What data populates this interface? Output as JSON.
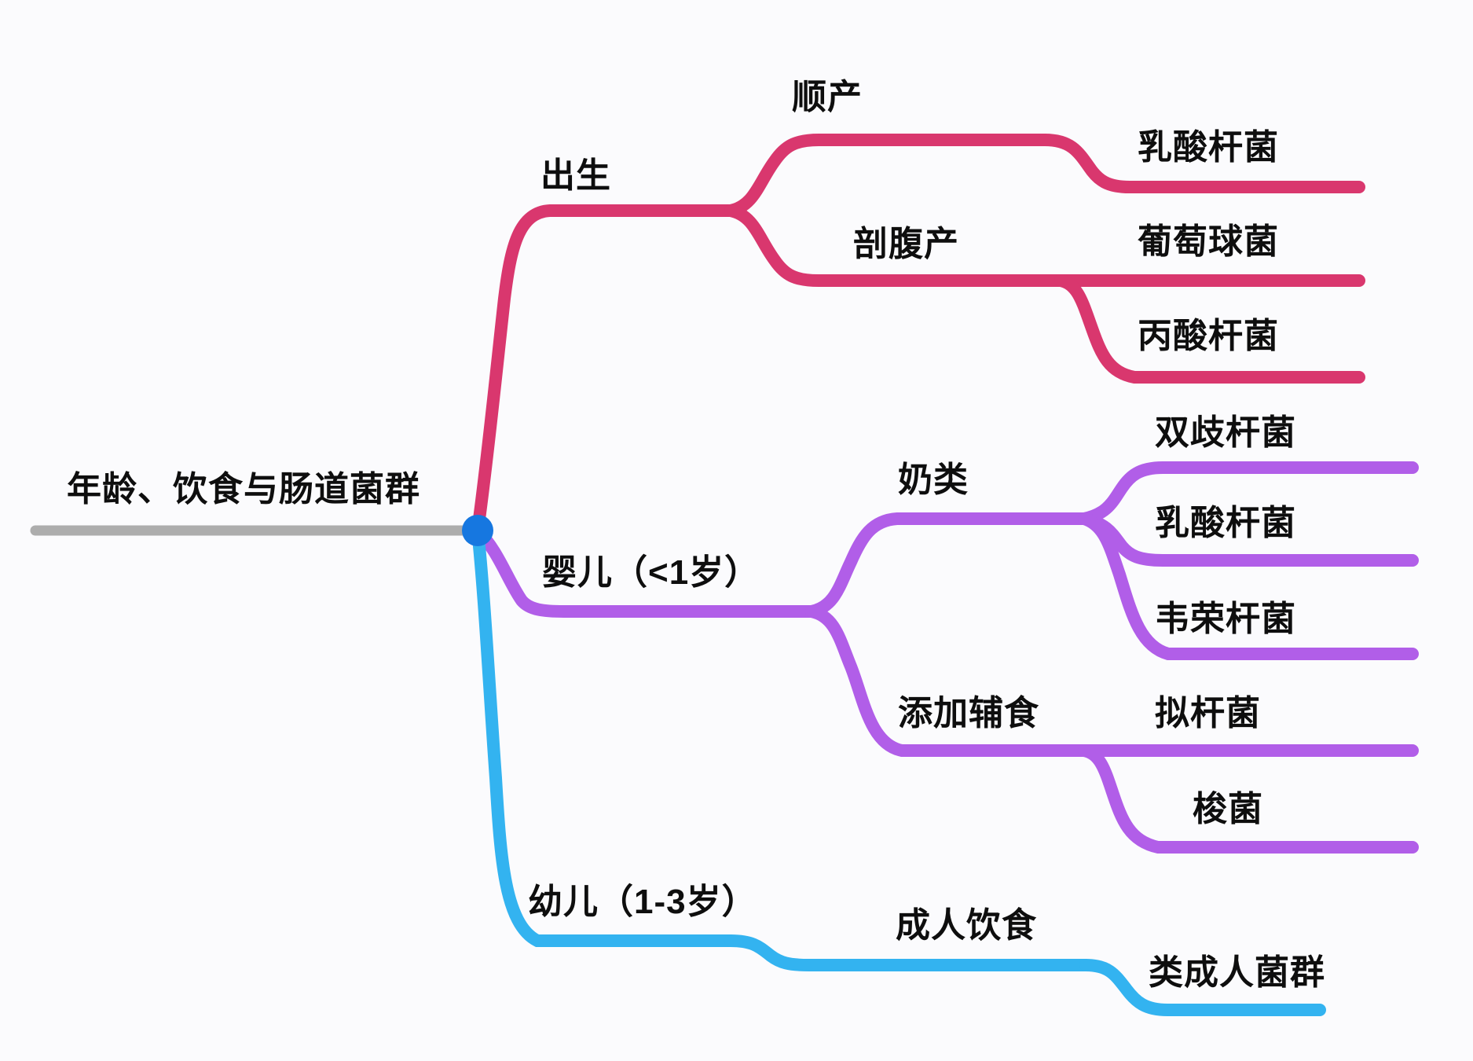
{
  "title": "年龄、饮食与肠道菌群",
  "colors": {
    "birth_branch": "#d9376e",
    "infant_branch": "#b15ee8",
    "toddler_branch": "#33b3f0",
    "root_line": "#adadad",
    "root_dot": "#1677e0",
    "text": "#0e0e0e",
    "background": "#fbfbfd"
  },
  "nodes": {
    "root": {
      "label": "年龄、饮食与肠道菌群"
    },
    "birth": {
      "label": "出生"
    },
    "natural_birth": {
      "label": "顺产"
    },
    "lactobacillus_1": {
      "label": "乳酸杆菌"
    },
    "c_section": {
      "label": "剖腹产"
    },
    "staphylococcus": {
      "label": "葡萄球菌"
    },
    "propionibacterium": {
      "label": "丙酸杆菌"
    },
    "infant": {
      "label": "婴儿（<1岁）"
    },
    "milk": {
      "label": "奶类"
    },
    "bifidobacterium": {
      "label": "双歧杆菌"
    },
    "lactobacillus_2": {
      "label": "乳酸杆菌"
    },
    "veillonella": {
      "label": "韦荣杆菌"
    },
    "complementary_food": {
      "label": "添加辅食"
    },
    "bacteroides": {
      "label": "拟杆菌"
    },
    "clostridium": {
      "label": "梭菌"
    },
    "toddler": {
      "label": "幼儿（1-3岁）"
    },
    "adult_diet": {
      "label": "成人饮食"
    },
    "adult_like_microbiota": {
      "label": "类成人菌群"
    }
  }
}
